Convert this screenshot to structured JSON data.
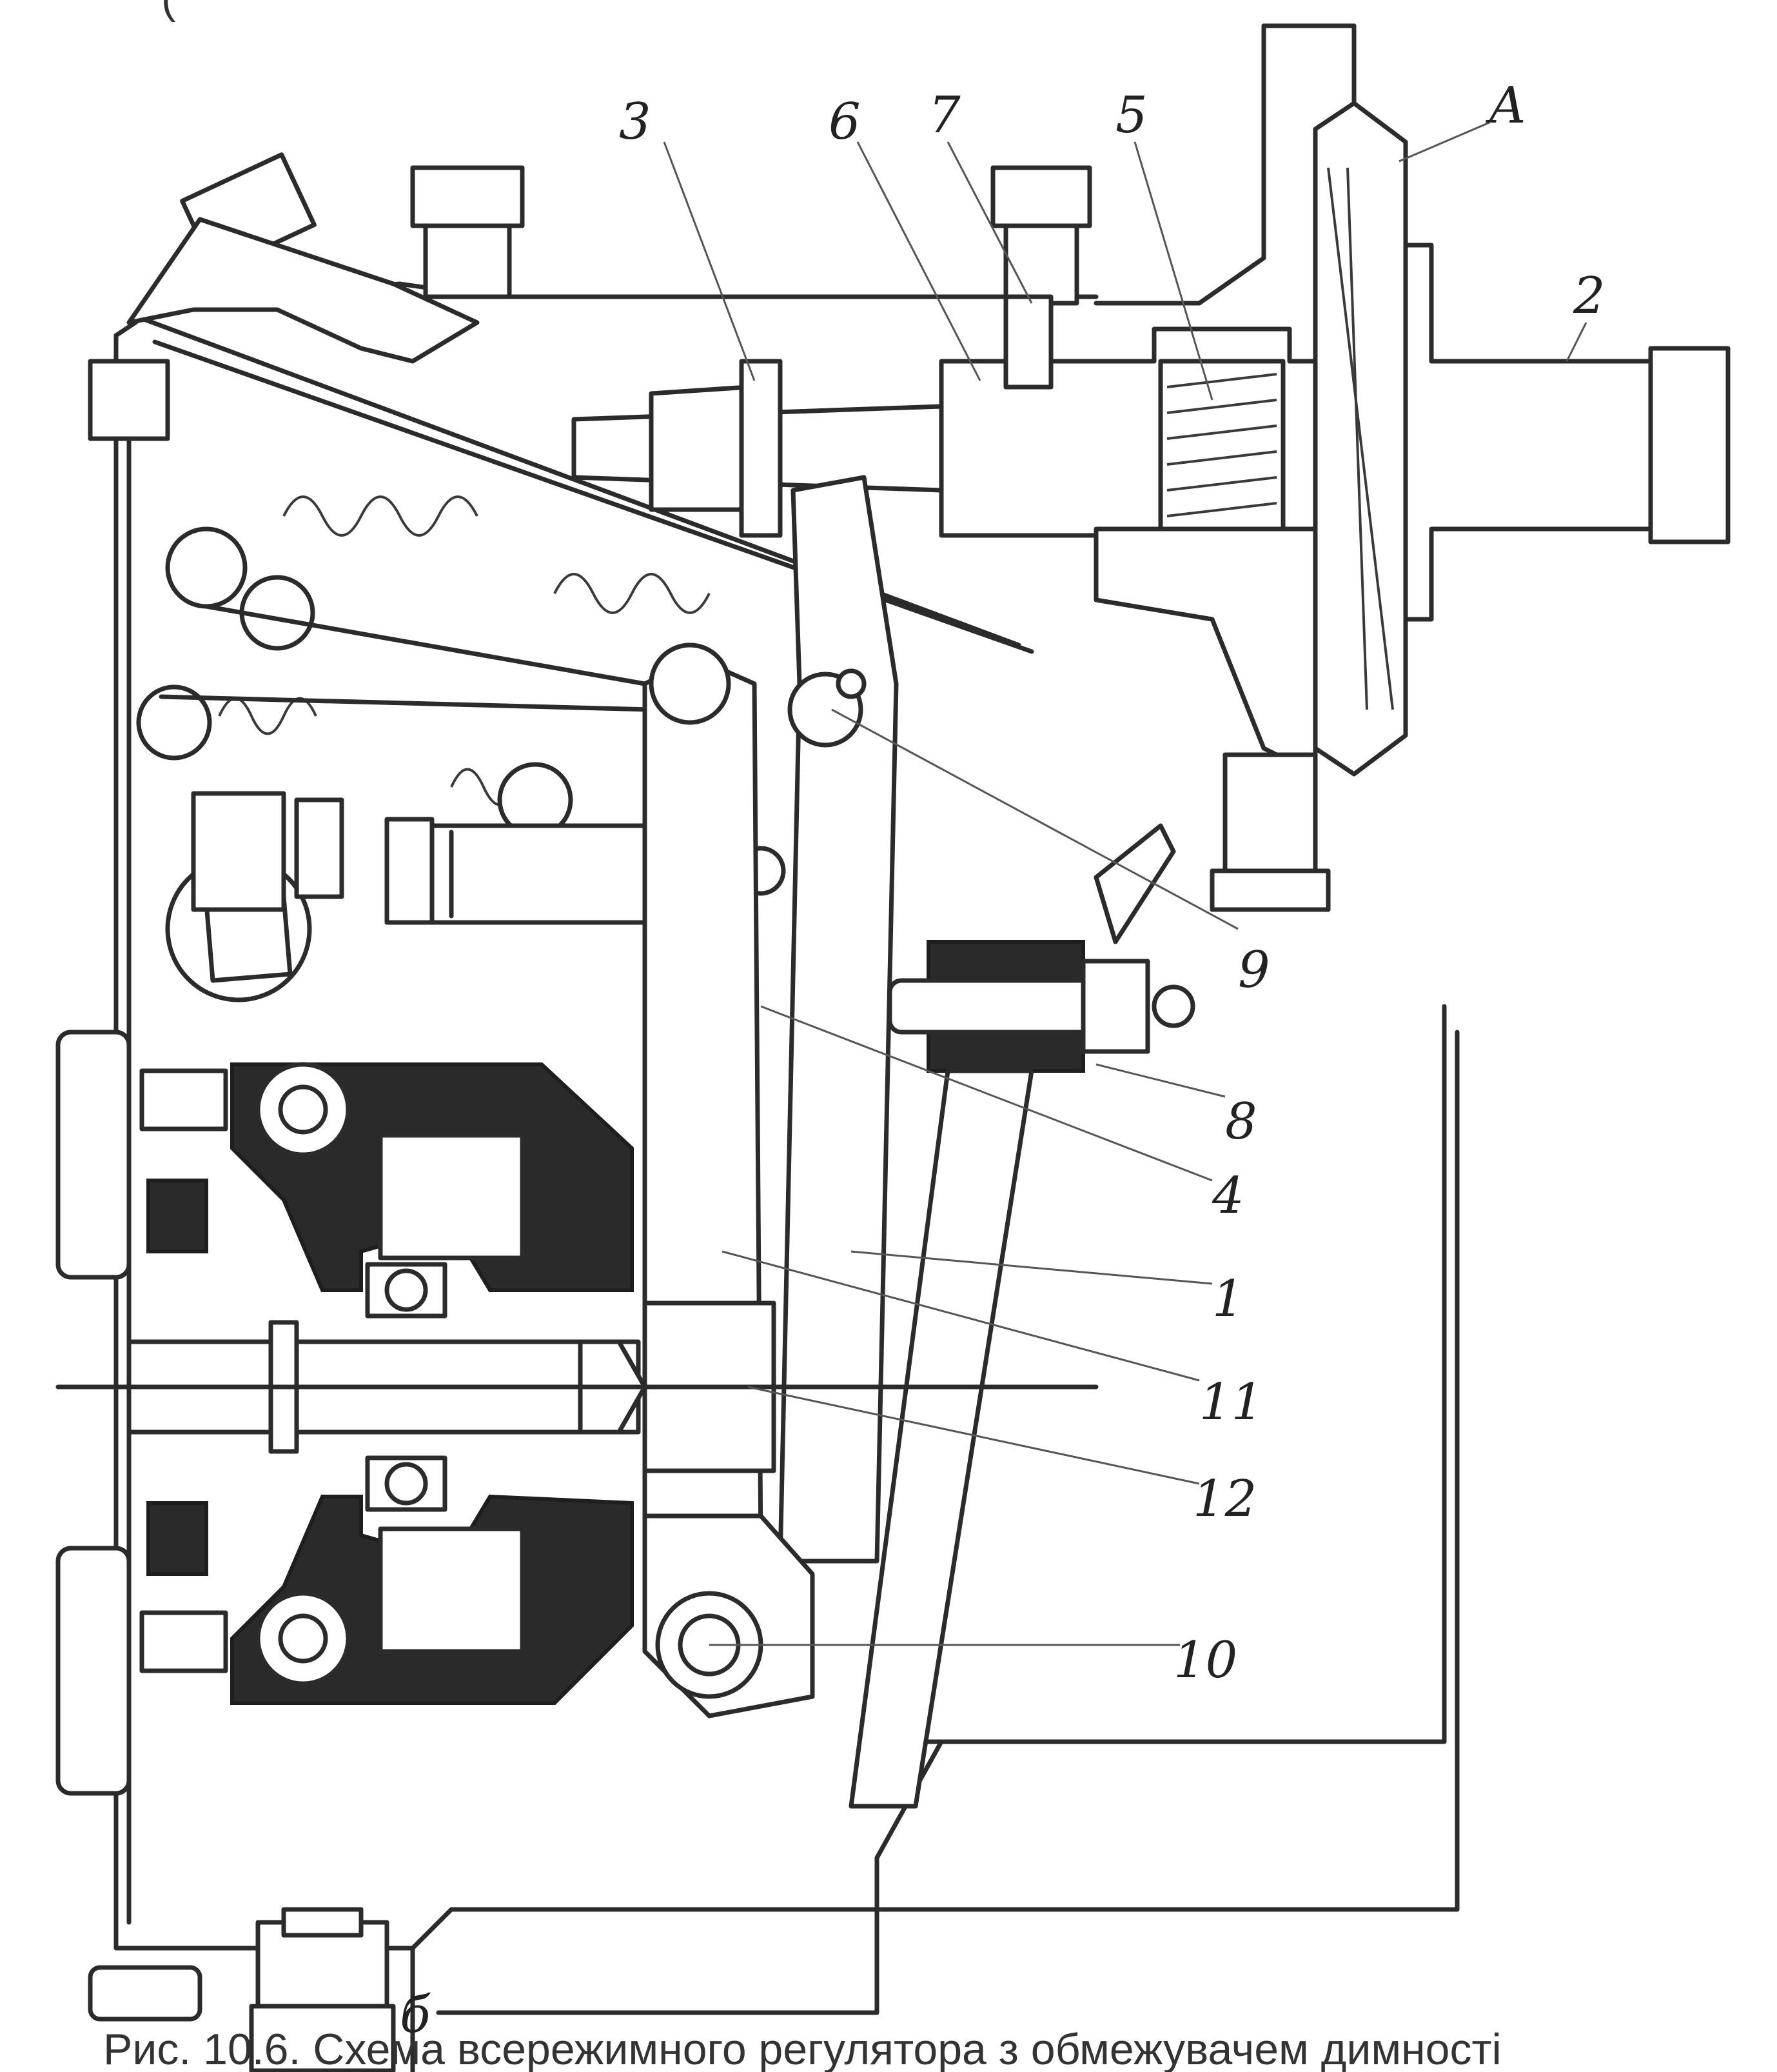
{
  "header_fragment": "(",
  "labels": {
    "l3": "3",
    "l6": "6",
    "l7": "7",
    "l5": "5",
    "lA": "A",
    "l2": "2",
    "l9": "9",
    "l8": "8",
    "l4": "4",
    "l1": "1",
    "l11": "11",
    "l12": "12",
    "l10": "10",
    "lB": "б"
  },
  "caption": "Рис. 10.6. Схема всережимного регулятора з обмежувачем димності"
}
